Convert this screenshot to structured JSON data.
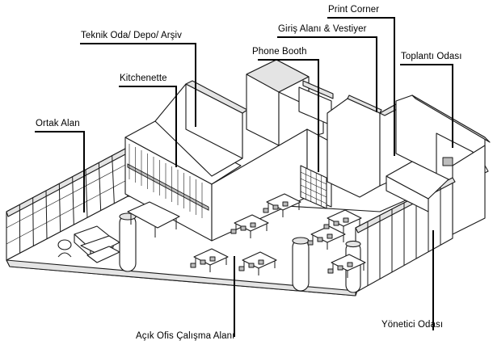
{
  "labels": {
    "print_corner": "Print Corner",
    "teknik_oda": "Teknik Oda/ Depo/ Arşiv",
    "giris_alani": "Giriş Alanı & Vestiyer",
    "phone_booth": "Phone Booth",
    "toplanti_odasi": "Toplantı Odası",
    "kitchenette": "Kitchenette",
    "ortak_alan": "Ortak Alan",
    "yonetici_odasi": "Yönetici Odası",
    "acik_ofis": "Açık Ofis Çalışma Alanı"
  }
}
